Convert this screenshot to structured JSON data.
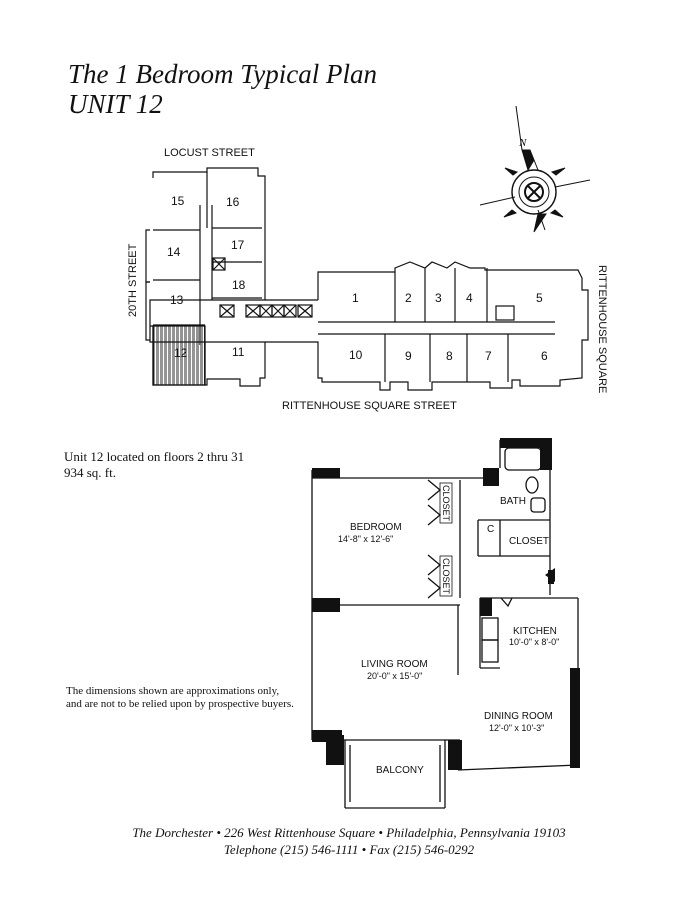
{
  "title": {
    "line1": "The 1 Bedroom Typical Plan",
    "line2": "UNIT 12"
  },
  "site_plan": {
    "streets": {
      "north": "LOCUST STREET",
      "west": "20TH STREET",
      "east": "RITTENHOUSE SQUARE",
      "south": "RITTENHOUSE SQUARE STREET"
    },
    "units": [
      "15",
      "16",
      "14",
      "17",
      "13",
      "18",
      "12",
      "11",
      "1",
      "2",
      "3",
      "4",
      "5",
      "10",
      "9",
      "8",
      "7",
      "6"
    ],
    "highlighted_unit": "12",
    "compass_label": "N"
  },
  "unit_info": {
    "floors": "Unit 12 located on floors 2 thru 31",
    "area": "934 sq. ft."
  },
  "rooms": {
    "bedroom": {
      "name": "BEDROOM",
      "dims": "14'-8\" x 12'-6\""
    },
    "living": {
      "name": "LIVING ROOM",
      "dims": "20'-0\" x 15'-0\""
    },
    "kitchen": {
      "name": "KITCHEN",
      "dims": "10'-0\" x 8'-0\""
    },
    "dining": {
      "name": "DINING ROOM",
      "dims": "12'-0\" x 10'-3\""
    },
    "bath": "BATH",
    "closet": "CLOSET",
    "closet_upper": "CLOSET",
    "closet_lower": "CLOSET",
    "c_closet": "C",
    "balcony": "BALCONY"
  },
  "disclaimer": {
    "line1": "The dimensions shown are approximations only,",
    "line2": "and are not to be relied upon by prospective buyers."
  },
  "footer": {
    "line1": "The Dorchester • 226 West Rittenhouse Square • Philadelphia, Pennsylvania  19103",
    "line2": "Telephone (215) 546-1111 • Fax (215) 546-0292"
  }
}
